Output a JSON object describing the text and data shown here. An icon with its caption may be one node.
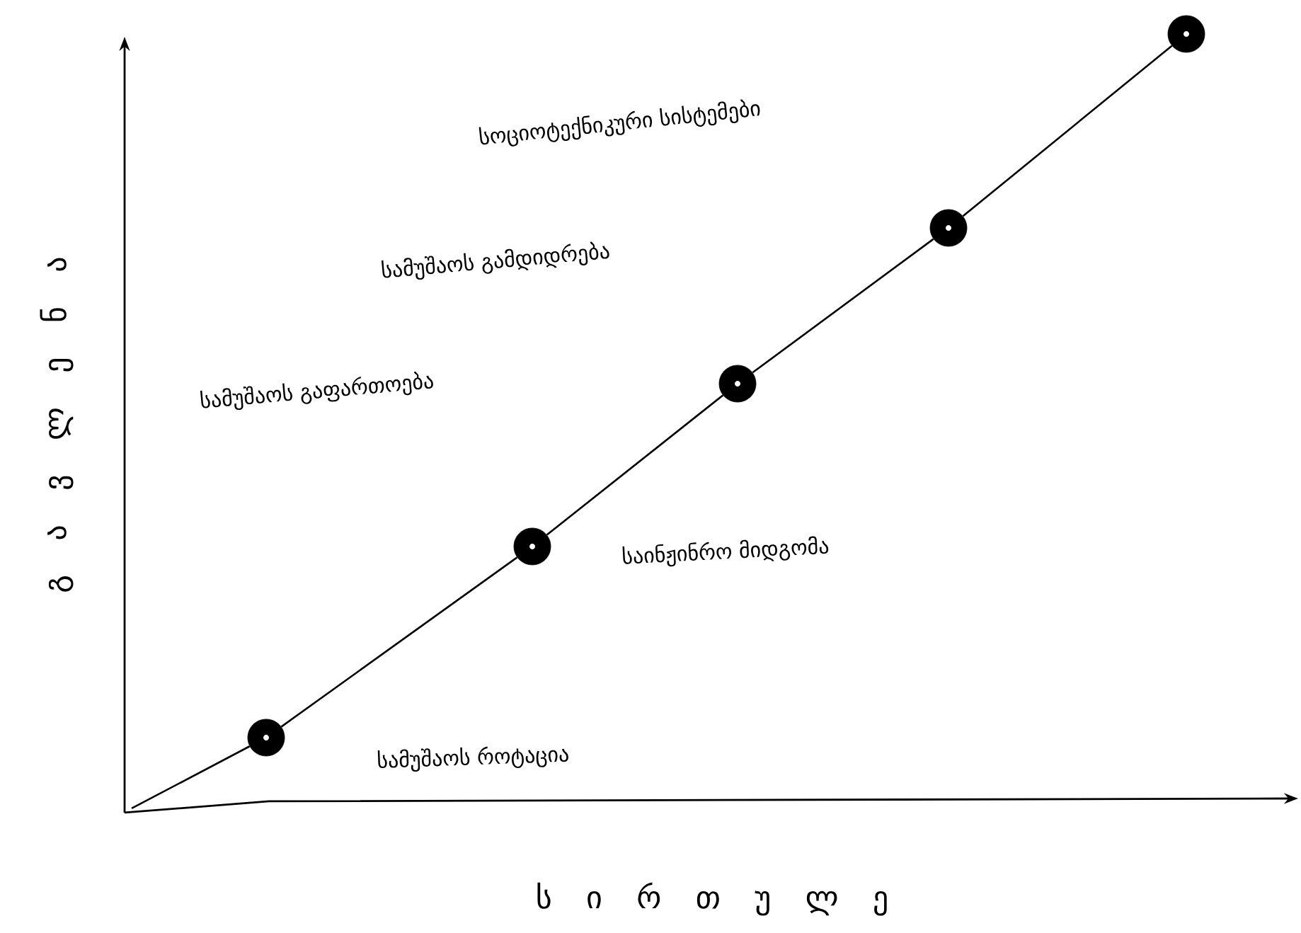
{
  "diagram": {
    "nodes": [
      {
        "text": [],
        "shape": "circle"
      },
      {
        "text": [],
        "shape": "circle"
      },
      {
        "text": [],
        "shape": "circle"
      },
      {
        "text": [],
        "shape": "circle"
      },
      {
        "text": [],
        "shape": "circle"
      }
    ],
    "edges": [
      {
        "from": null,
        "to": 0,
        "arrow": "none"
      },
      {
        "from": 0,
        "to": 1,
        "arrow": "none"
      },
      {
        "from": 1,
        "to": 2,
        "arrow": "none"
      },
      {
        "from": 2,
        "to": 3,
        "arrow": "none"
      },
      {
        "from": 3,
        "to": 4,
        "arrow": "none"
      }
    ],
    "labels": [
      "სოციოტექნიკური სისტემები",
      "სამუშაოს გამდიდრება",
      "სამუშაოს გაფართოება",
      "საინჟინრო მიდგომა",
      "სამუშაოს როტაცია",
      "გ ა ვ ლ ე ნ ა",
      "ს ი რ თ უ ლ ე"
    ]
  }
}
